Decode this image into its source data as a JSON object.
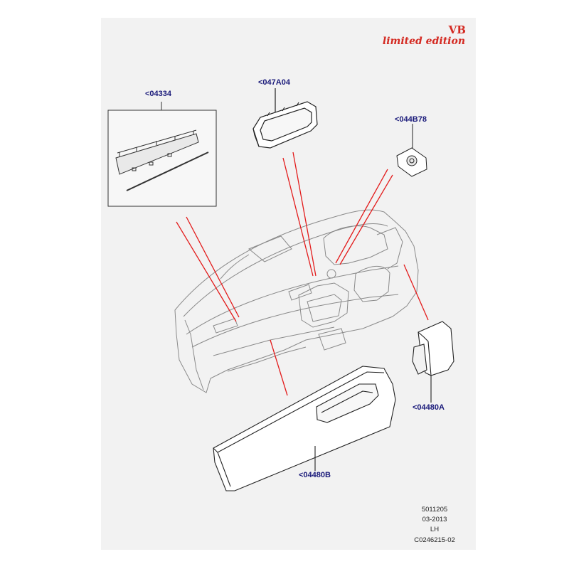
{
  "badge": {
    "line1": "VB",
    "line2": "limited edition"
  },
  "callouts": [
    {
      "id": "inset-trim",
      "code": "<04334"
    },
    {
      "id": "vent-bezel",
      "code": "<047A04"
    },
    {
      "id": "switch",
      "code": "<044B78"
    },
    {
      "id": "end-cap",
      "code": "<04480A"
    },
    {
      "id": "lower-panel",
      "code": "<04480B"
    }
  ],
  "footer": {
    "ref": "5011205",
    "date": "03-2013",
    "side": "LH",
    "drawing_no": "C0246215-02"
  },
  "colors": {
    "leader": "#e31b1b",
    "label": "#1a1a7a",
    "badge": "#d42a22",
    "line": "#333333"
  }
}
